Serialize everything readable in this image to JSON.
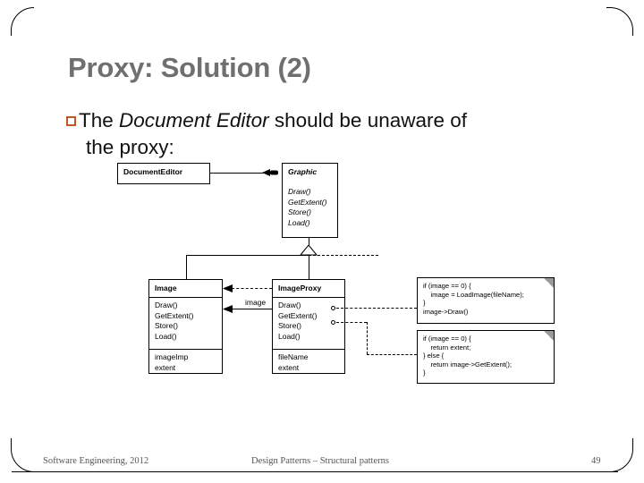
{
  "slide": {
    "title": "Proxy: Solution (2)",
    "title_color": "#6f6f6f",
    "bullet_color": "#c0562a",
    "bullet": {
      "marker": "hollow-square-bullet",
      "text_before": "The ",
      "emphasis": "Document Editor",
      "text_after": " should be unaware of",
      "line2": "the proxy:"
    }
  },
  "diagram": {
    "type": "uml-class-diagram",
    "classes": [
      {
        "name": "DocumentEditor",
        "abstract": false,
        "operations": [],
        "attributes": []
      },
      {
        "name": "Graphic",
        "abstract": true,
        "operations": [
          "Draw()",
          "GetExtent()",
          "Store()",
          "Load()"
        ],
        "attributes": []
      },
      {
        "name": "Image",
        "abstract": false,
        "operations": [
          "Draw()",
          "GetExtent()",
          "Store()",
          "Load()"
        ],
        "attributes": [
          "imageImp",
          "extent"
        ]
      },
      {
        "name": "ImageProxy",
        "abstract": false,
        "operations": [
          "Draw()",
          "GetExtent()",
          "Store()",
          "Load()"
        ],
        "attributes": [
          "fileName",
          "extent"
        ]
      }
    ],
    "association_label": "image",
    "notes": [
      {
        "target": "ImageProxy.Draw()",
        "lines": [
          "if (image == 0) {",
          "    image = LoadImage(fileName);",
          "}",
          "image->Draw()"
        ]
      },
      {
        "target": "ImageProxy.GetExtent()",
        "lines": [
          "if (image == 0) {",
          "    return extent;",
          "} else {",
          "    return image->GetExtent();",
          "}"
        ]
      }
    ]
  },
  "footer": {
    "left": "Software Engineering, 2012",
    "center": "Design Patterns – Structural patterns",
    "page": "49"
  }
}
